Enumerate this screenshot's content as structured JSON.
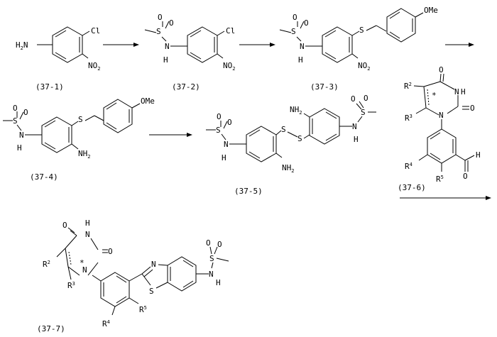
{
  "compounds": [
    {
      "id": "37-1",
      "label": "(37-1)"
    },
    {
      "id": "37-2",
      "label": "(37-2)"
    },
    {
      "id": "37-3",
      "label": "(37-3)"
    },
    {
      "id": "37-4",
      "label": "(37-4)"
    },
    {
      "id": "37-5",
      "label": "(37-5)"
    },
    {
      "id": "37-6",
      "label": "(37-6)"
    },
    {
      "id": "37-7",
      "label": "(37-7)"
    }
  ],
  "atoms": {
    "H": "H",
    "N": "N",
    "O": "O",
    "S": "S",
    "Cl": "Cl",
    "OMe": "OMe",
    "R": "R",
    "NH2_main": "NH",
    "NO2_main": "NO",
    "sub2": "2",
    "sub3": "3",
    "sub4": "4",
    "sub5": "5",
    "star": "*"
  }
}
